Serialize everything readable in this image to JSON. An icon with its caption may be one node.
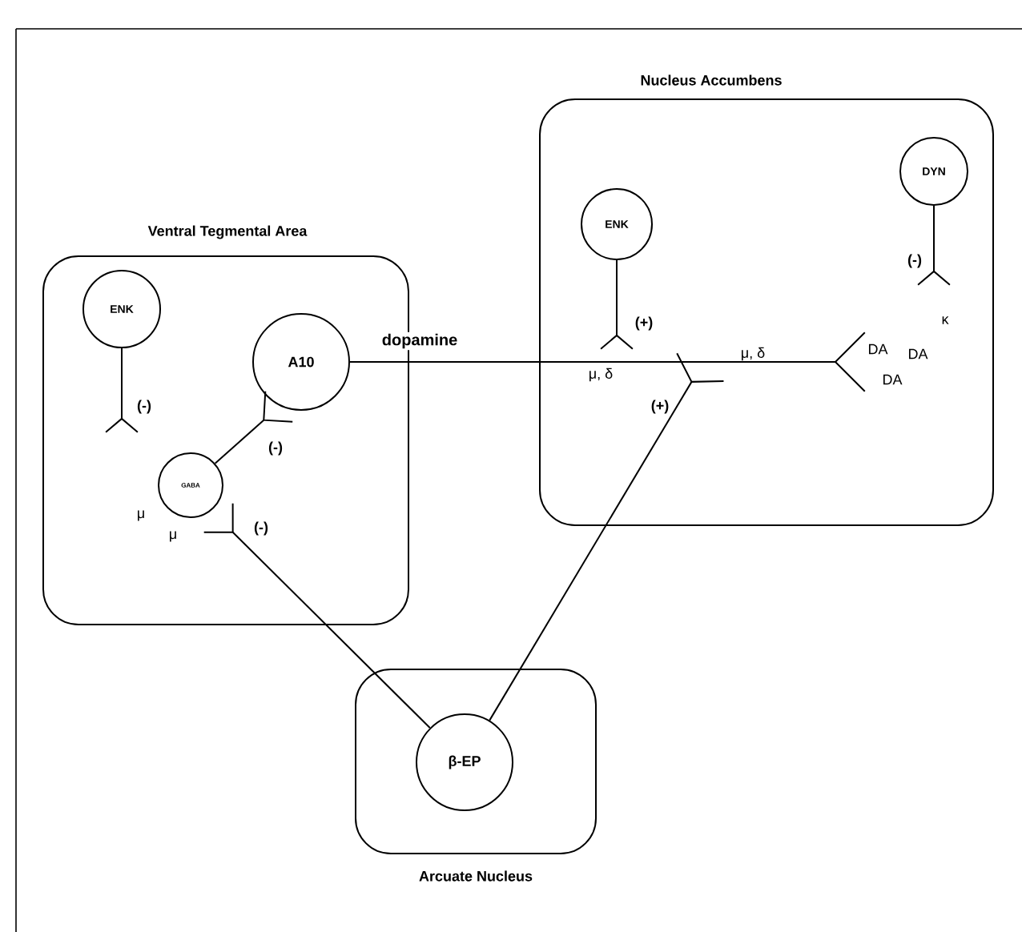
{
  "diagram": {
    "nodes": [
      {
        "text": [
          "Ventral Tegmental Area"
        ]
      },
      {
        "text": [
          "ENK"
        ],
        "in": 0
      },
      {
        "text": [
          "A10"
        ],
        "in": 0
      },
      {
        "text": [
          "GABA"
        ],
        "in": 0
      },
      {
        "text": [
          "Nucleus Accumbens"
        ]
      },
      {
        "text": [
          "ENK"
        ],
        "in": 4
      },
      {
        "text": [
          "DYN"
        ],
        "in": 4
      },
      {
        "text": [
          "Arcuate Nucleus"
        ]
      },
      {
        "text": [
          "β-EP"
        ],
        "in": 7
      }
    ],
    "edges": [
      {
        "from": 1,
        "to": null,
        "arrow": "other",
        "label": "(-)"
      },
      {
        "from": 3,
        "to": 2,
        "arrow": "other",
        "label": "(-)"
      },
      {
        "from": 2,
        "to": null,
        "arrow": "other",
        "label": "dopamine"
      },
      {
        "from": 5,
        "to": null,
        "arrow": "other",
        "label": "(+)"
      },
      {
        "from": 6,
        "to": null,
        "arrow": "other",
        "label": "(-)"
      },
      {
        "from": 8,
        "to": 3,
        "arrow": "other",
        "label": "(-)"
      },
      {
        "from": 8,
        "to": null,
        "arrow": "other",
        "label": "(+)"
      }
    ],
    "labels": [
      "κ",
      "μ, δ",
      "DA",
      "DA",
      "μ, δ",
      "DA",
      "μ",
      "μ"
    ]
  }
}
